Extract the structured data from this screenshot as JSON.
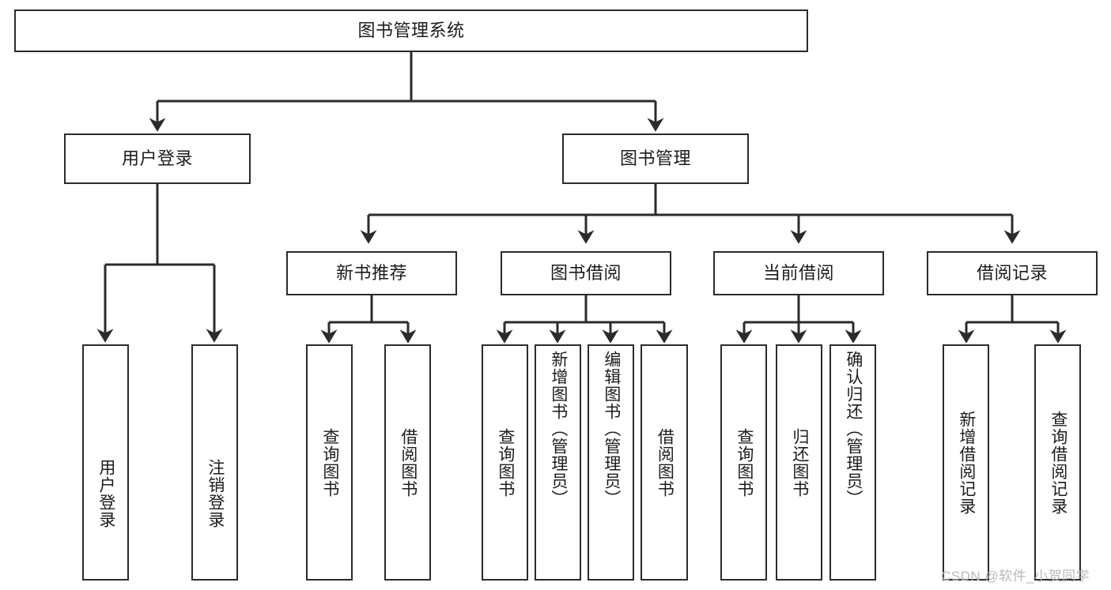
{
  "diagram": {
    "title": "图书管理系统",
    "type": "tree-hierarchy-diagram",
    "root": {
      "label": "图书管理系统"
    },
    "level1": [
      {
        "label": "用户登录"
      },
      {
        "label": "图书管理"
      }
    ],
    "level2": [
      {
        "label": "新书推荐"
      },
      {
        "label": "图书借阅"
      },
      {
        "label": "当前借阅"
      },
      {
        "label": "借阅记录"
      }
    ],
    "leaves": {
      "user_login": [
        {
          "label": "用户登录"
        },
        {
          "label": "注销登录"
        }
      ],
      "new_book_recommend": [
        {
          "label": "查询图书"
        },
        {
          "label": "借阅图书"
        }
      ],
      "book_borrow": [
        {
          "label": "查询图书"
        },
        {
          "label": "新增图书（管理员）"
        },
        {
          "label": "编辑图书（管理员）"
        },
        {
          "label": "借阅图书"
        }
      ],
      "current_borrow": [
        {
          "label": "查询图书"
        },
        {
          "label": "归还图书"
        },
        {
          "label": "确认归还（管理员）"
        }
      ],
      "borrow_records": [
        {
          "label": "新增借阅记录"
        },
        {
          "label": "查询借阅记录"
        }
      ]
    }
  },
  "watermark": {
    "text": "CSDN @软件_小贺同学"
  },
  "colors": {
    "border": "#2b2b2b",
    "background": "#ffffff",
    "text": "#1c1c1c",
    "watermark": "#b9b9b9"
  }
}
